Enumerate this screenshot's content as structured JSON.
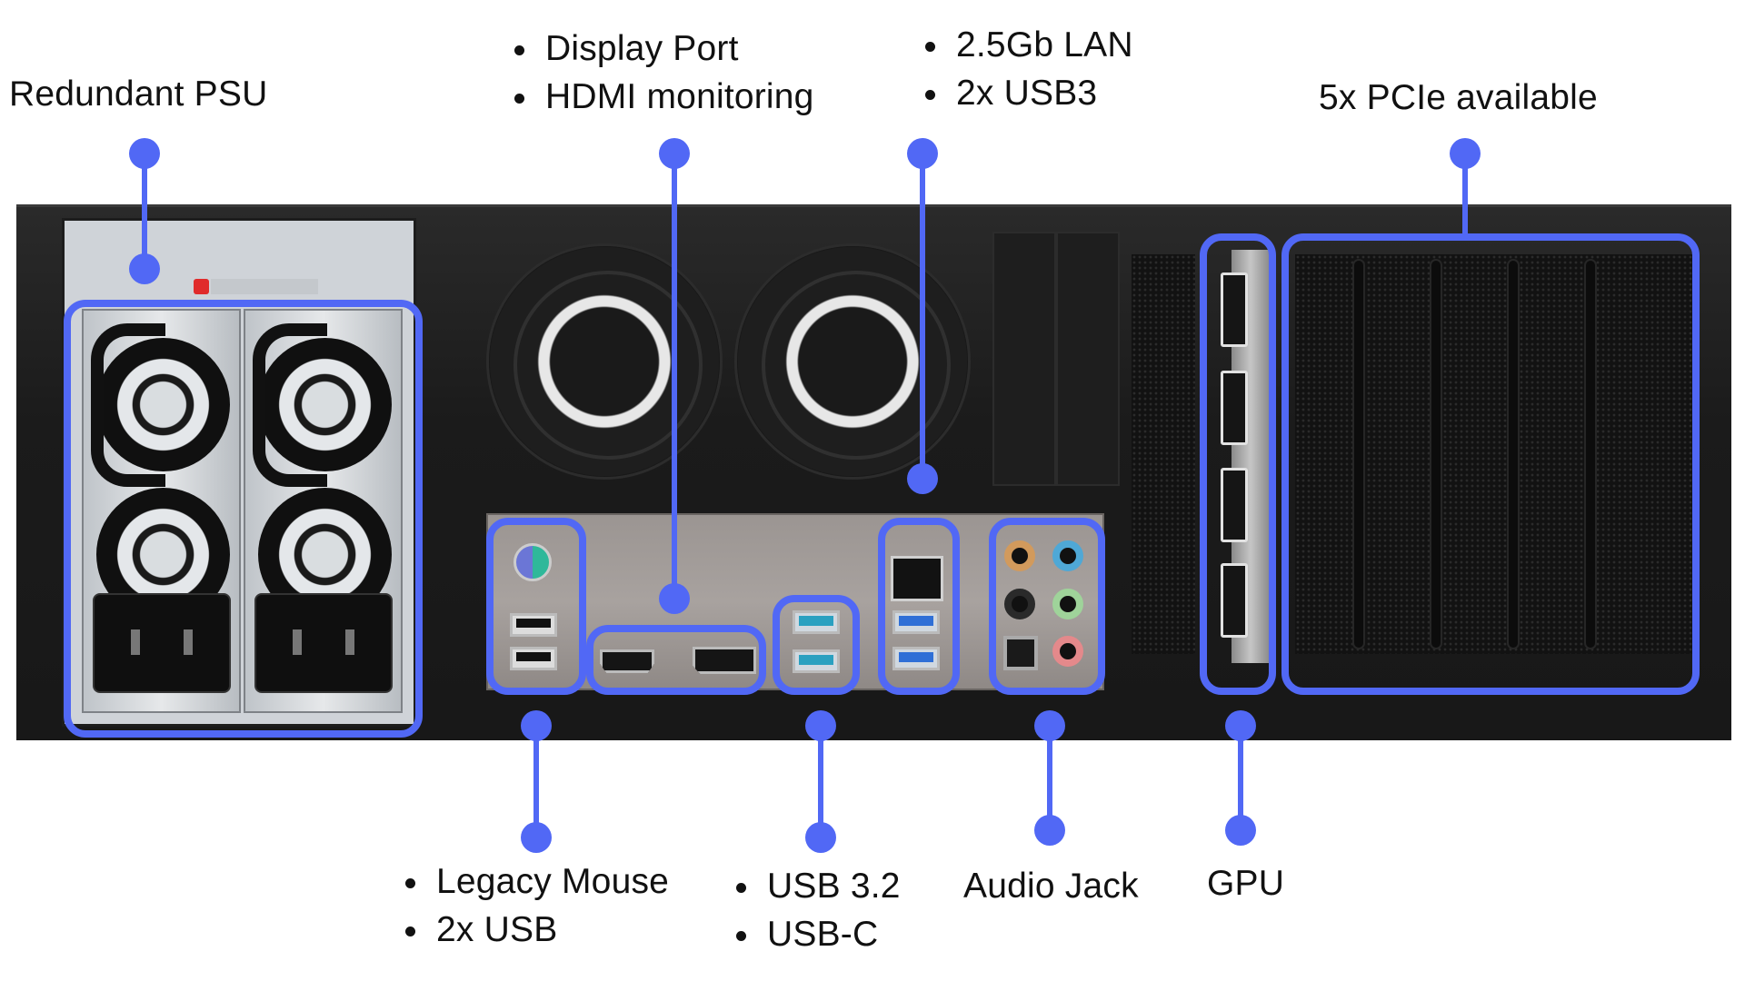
{
  "title": "Server chassis rear I/O annotated diagram",
  "accent_color": "#5168F5",
  "callouts": {
    "psu": {
      "lines": [
        "Redundant PSU"
      ],
      "bulleted": false
    },
    "display": {
      "lines": [
        "Display Port",
        "HDMI monitoring"
      ],
      "bulleted": true
    },
    "lan": {
      "lines": [
        "2.5Gb LAN",
        "2x USB3"
      ],
      "bulleted": true
    },
    "pcie": {
      "lines": [
        "5x PCIe available"
      ],
      "bulleted": false
    },
    "legacy": {
      "lines": [
        "Legacy Mouse",
        "2x USB"
      ],
      "bulleted": true
    },
    "usb": {
      "lines": [
        "USB 3.2",
        "USB-C"
      ],
      "bulleted": true
    },
    "audio": {
      "lines": [
        "Audio Jack"
      ],
      "bulleted": false
    },
    "gpu": {
      "lines": [
        "GPU"
      ],
      "bulleted": false
    }
  },
  "components": {
    "psu_modules": 2,
    "system_fans": 2,
    "gpu_displayport_outputs": 4,
    "pcie_slots_available": 5,
    "audio_jacks": [
      "orange",
      "blue",
      "black",
      "green",
      "pink",
      "optical"
    ]
  }
}
